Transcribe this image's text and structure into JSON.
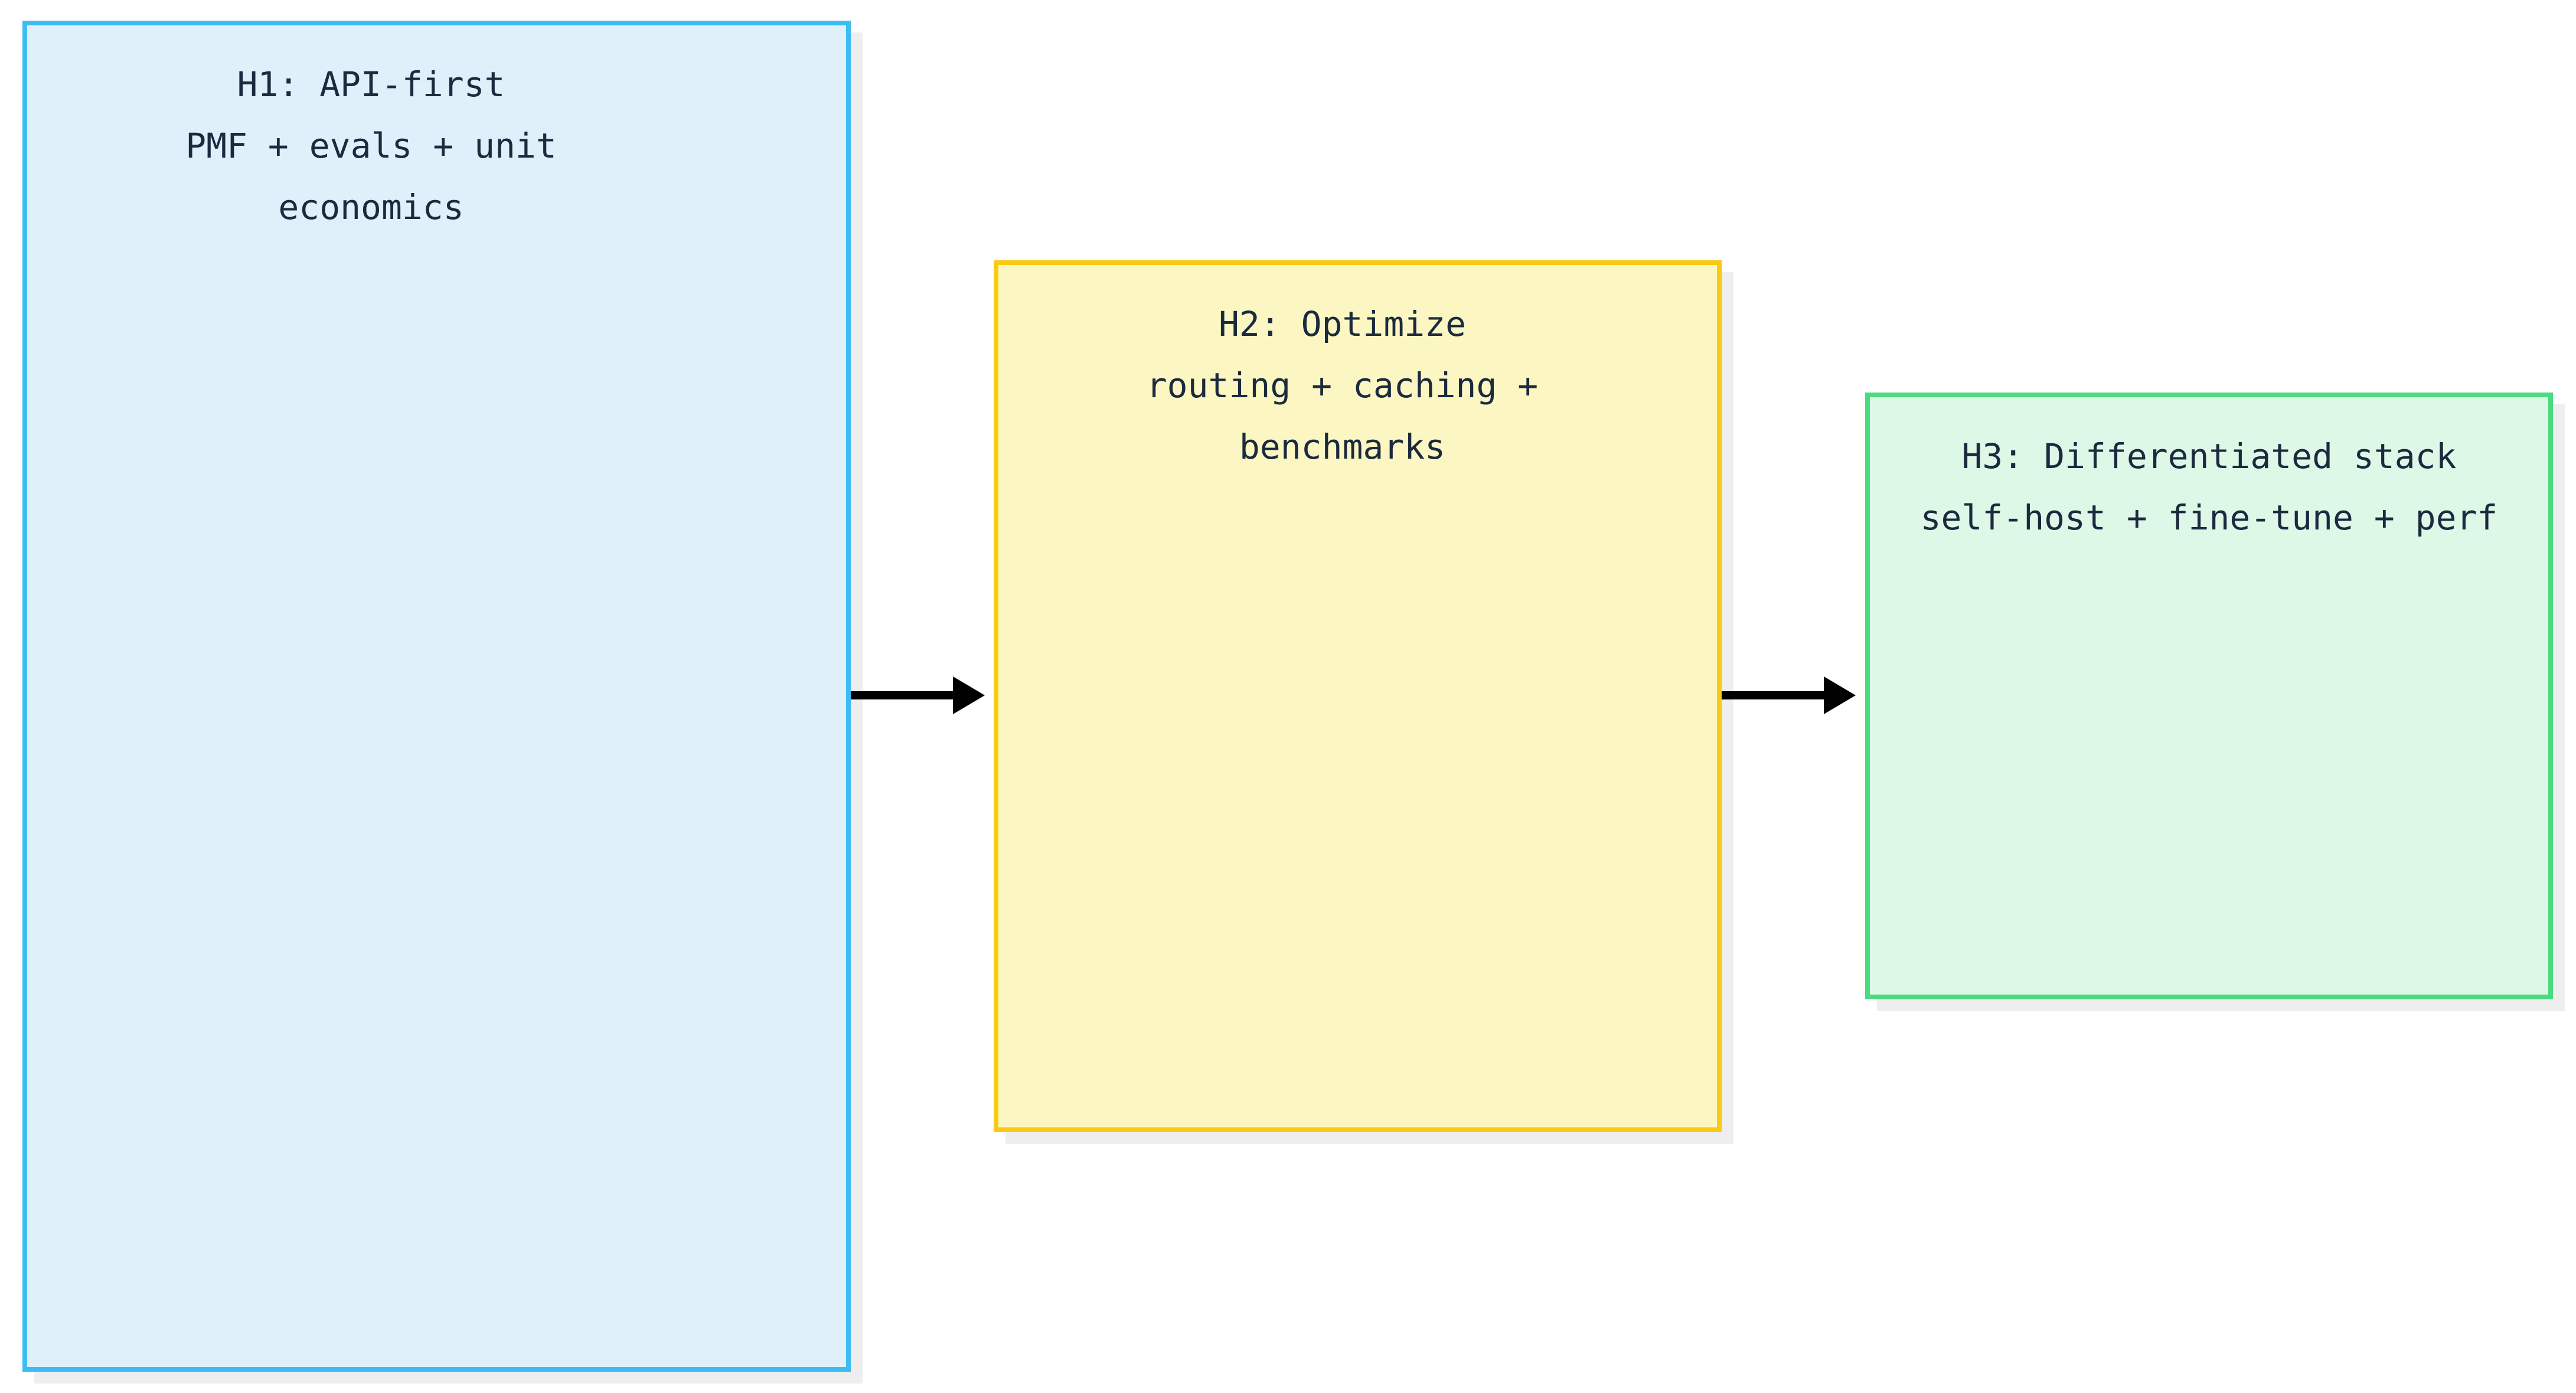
{
  "diagram": {
    "nodes": [
      {
        "id": "h1",
        "lines": [
          "H1: API-first",
          "PMF + evals + unit",
          "economics"
        ],
        "fill": "#dff0fb",
        "border": "#3cbcf3"
      },
      {
        "id": "h2",
        "lines": [
          "H2: Optimize",
          "routing + caching +",
          "benchmarks"
        ],
        "fill": "#fcf7c2",
        "border": "#f9ca13"
      },
      {
        "id": "h3",
        "lines": [
          "H3: Differentiated stack",
          "self-host + fine-tune + perf"
        ],
        "fill": "#def8e7",
        "border": "#4ada80"
      }
    ],
    "connectors": [
      {
        "from": "h1",
        "to": "h2"
      },
      {
        "from": "h2",
        "to": "h3"
      }
    ],
    "colors": {
      "background": "#ffffff",
      "text": "#1b2a3e",
      "shadow": "#eeeeee",
      "arrow": "#000000"
    }
  }
}
